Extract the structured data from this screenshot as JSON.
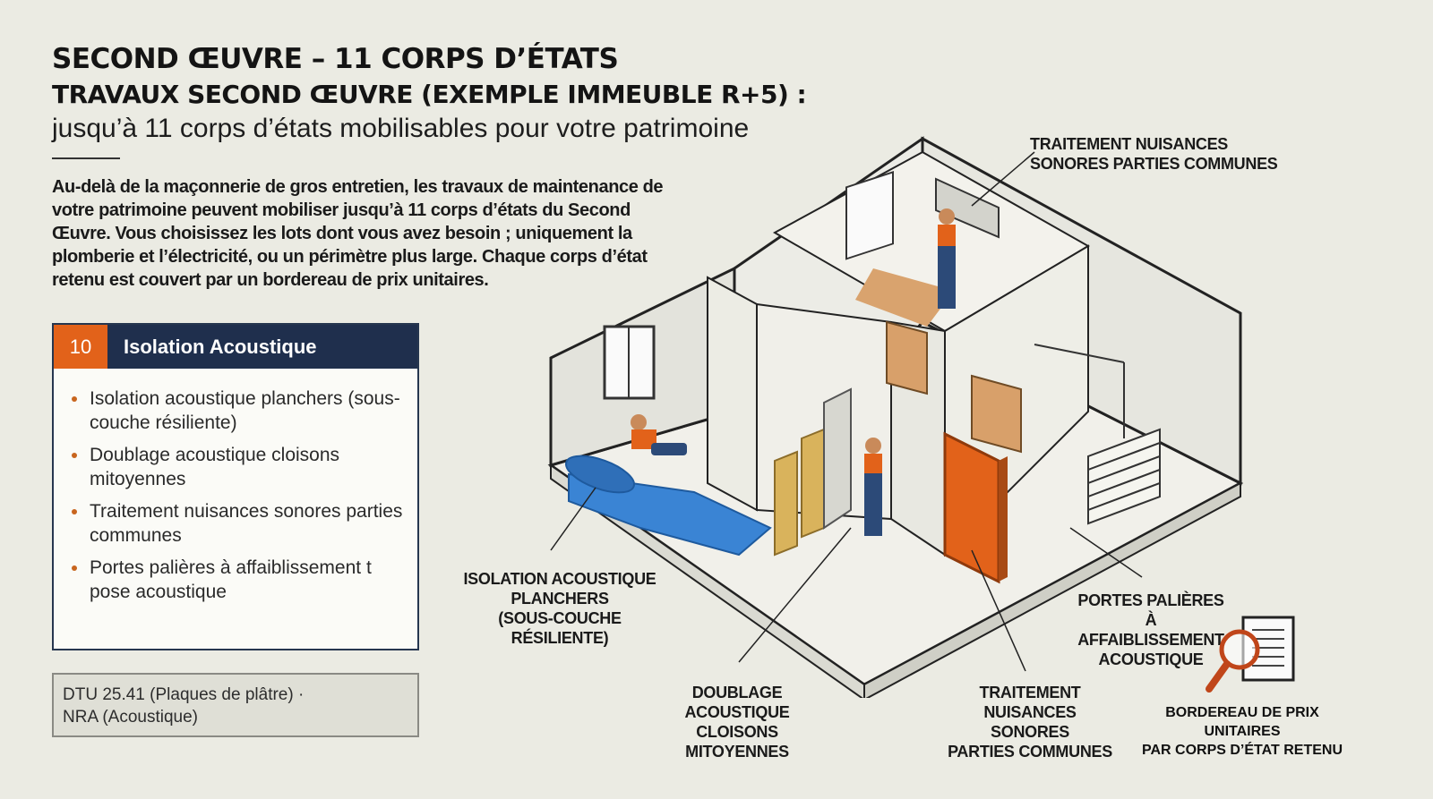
{
  "header": {
    "title": "SECOND ŒUVRE – 11 CORPS D’ÉTATS",
    "headline": "TRAVAUX SECOND ŒUVRE (EXEMPLE IMMEUBLE R+5) :",
    "subtitle": "jusqu’à 11 corps d’états mobilisables pour votre patrimoine"
  },
  "intro": "Au-delà de la maçonnerie de gros entretien, les travaux de maintenance de votre patrimoine peuvent mobiliser jusqu’à 11 corps d’états du Second Œuvre. Vous choisissez les lots dont vous avez besoin ; uniquement la plomberie et l’électricité, ou un périmètre plus large. Chaque corps d’état retenu est couvert par un bordereau de prix unitaires.",
  "lot_card": {
    "number": "10",
    "title": "Isolation Acoustique",
    "items": [
      "Isolation acoustique planchers (sous-couche résiliente)",
      "Doublage acoustique cloisons mitoyennes",
      "Traitement nuisances sonores parties communes",
      "Portes palières à affaiblissement t pose acoustique"
    ]
  },
  "norms": {
    "line1": "DTU 25.41 (Plaques de plâtre) ·",
    "line2": "NRA (Acoustique)"
  },
  "callouts": {
    "top_right": [
      "TRAITEMENT NUISANCES",
      "SONORES PARTIES COMMUNES"
    ],
    "floor": [
      "ISOLATION ACOUSTIQUE",
      "PLANCHERS",
      "(SOUS-COUCHE RÉSILIENTE)"
    ],
    "doors": [
      "PORTES PALIÈRES",
      "À AFFAIBLISSEMENT",
      "ACOUSTIQUE"
    ],
    "walls": [
      "DOUBLAGE ACOUSTIQUE",
      "CLOISONS MITOYENNES"
    ],
    "common_parts": [
      "TRAITEMENT NUISANCES",
      "SONORES",
      "PARTIES COMMUNES"
    ]
  },
  "bpu": [
    "BORDEREAU DE PRIX UNITAIRES",
    "PAR CORPS D’ÉTAT RETENU"
  ],
  "colors": {
    "navy": "#1f2f4d",
    "orange": "#e2621a",
    "insulation_blue": "#3a84d4",
    "background": "#ebebe3"
  }
}
